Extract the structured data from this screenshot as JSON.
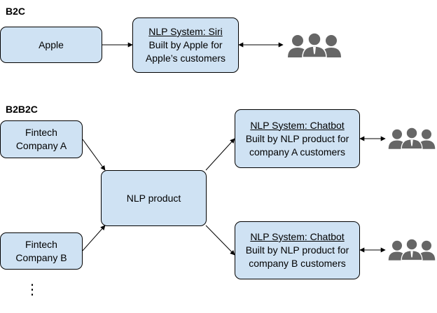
{
  "sections": {
    "b2c": "B2C",
    "b2b2c": "B2B2C"
  },
  "nodes": {
    "apple": {
      "text": "Apple"
    },
    "siri": {
      "title": "NLP System: Siri",
      "line1": "Built by Apple for",
      "line2": "Apple’s customers"
    },
    "fintech_a": {
      "line1": "Fintech",
      "line2": "Company A"
    },
    "fintech_b": {
      "line1": "Fintech",
      "line2": "Company B"
    },
    "nlp_product": {
      "text": "NLP product"
    },
    "chatbot_a": {
      "title": "NLP System: Chatbot",
      "line1": "Built by NLP product for",
      "line2": "company A customers"
    },
    "chatbot_b": {
      "title": "NLP System: Chatbot",
      "line1": "Built by NLP product for",
      "line2": "company B customers"
    }
  },
  "icons": {
    "users": "users-group-icon"
  },
  "colors": {
    "node_fill": "#cfe2f3",
    "stroke": "#000000",
    "people": "#666666"
  },
  "ellipsis": "⋮"
}
